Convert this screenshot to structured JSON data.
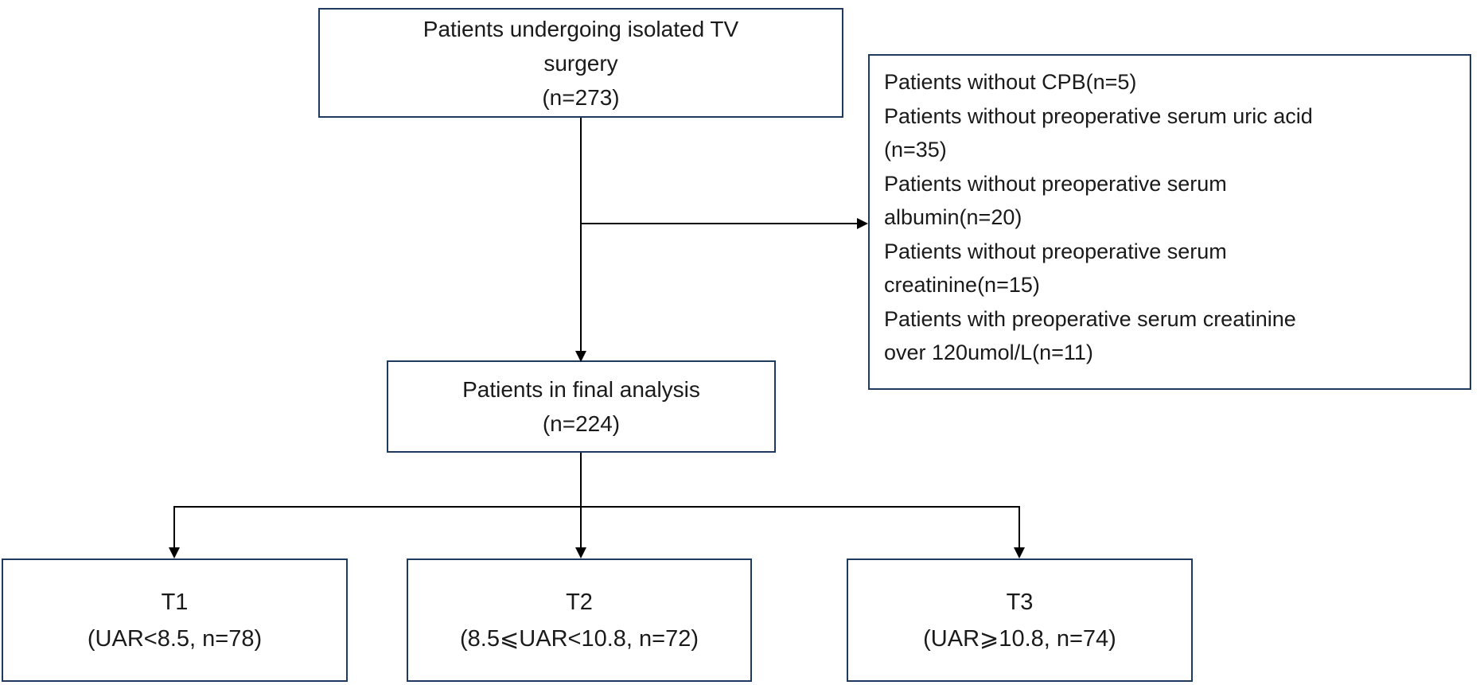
{
  "diagram": {
    "boxes": {
      "top": {
        "lines": [
          "Patients undergoing isolated TV",
          "surgery",
          "(n=273)"
        ]
      },
      "exclusions": {
        "lines": [
          "Patients without CPB(n=5)",
          "Patients without preoperative serum uric acid",
          "(n=35)",
          "Patients without preoperative serum",
          "albumin(n=20)",
          "Patients without preoperative serum",
          "creatinine(n=15)",
          "Patients with preoperative serum creatinine",
          "over 120umol/L(n=11)"
        ]
      },
      "final": {
        "lines": [
          "Patients in final analysis",
          "(n=224)"
        ]
      },
      "t1": {
        "lines": [
          "T1",
          "(UAR<8.5, n=78)"
        ]
      },
      "t2": {
        "lines": [
          "T2",
          "(8.5⩽UAR<10.8, n=72)"
        ]
      },
      "t3": {
        "lines": [
          "T3",
          "(UAR⩾10.8, n=74)"
        ]
      }
    },
    "colors": {
      "box_border": "#1f3a5f",
      "connector": "#000000",
      "text": "#1a1a1a",
      "background": "#ffffff"
    }
  }
}
